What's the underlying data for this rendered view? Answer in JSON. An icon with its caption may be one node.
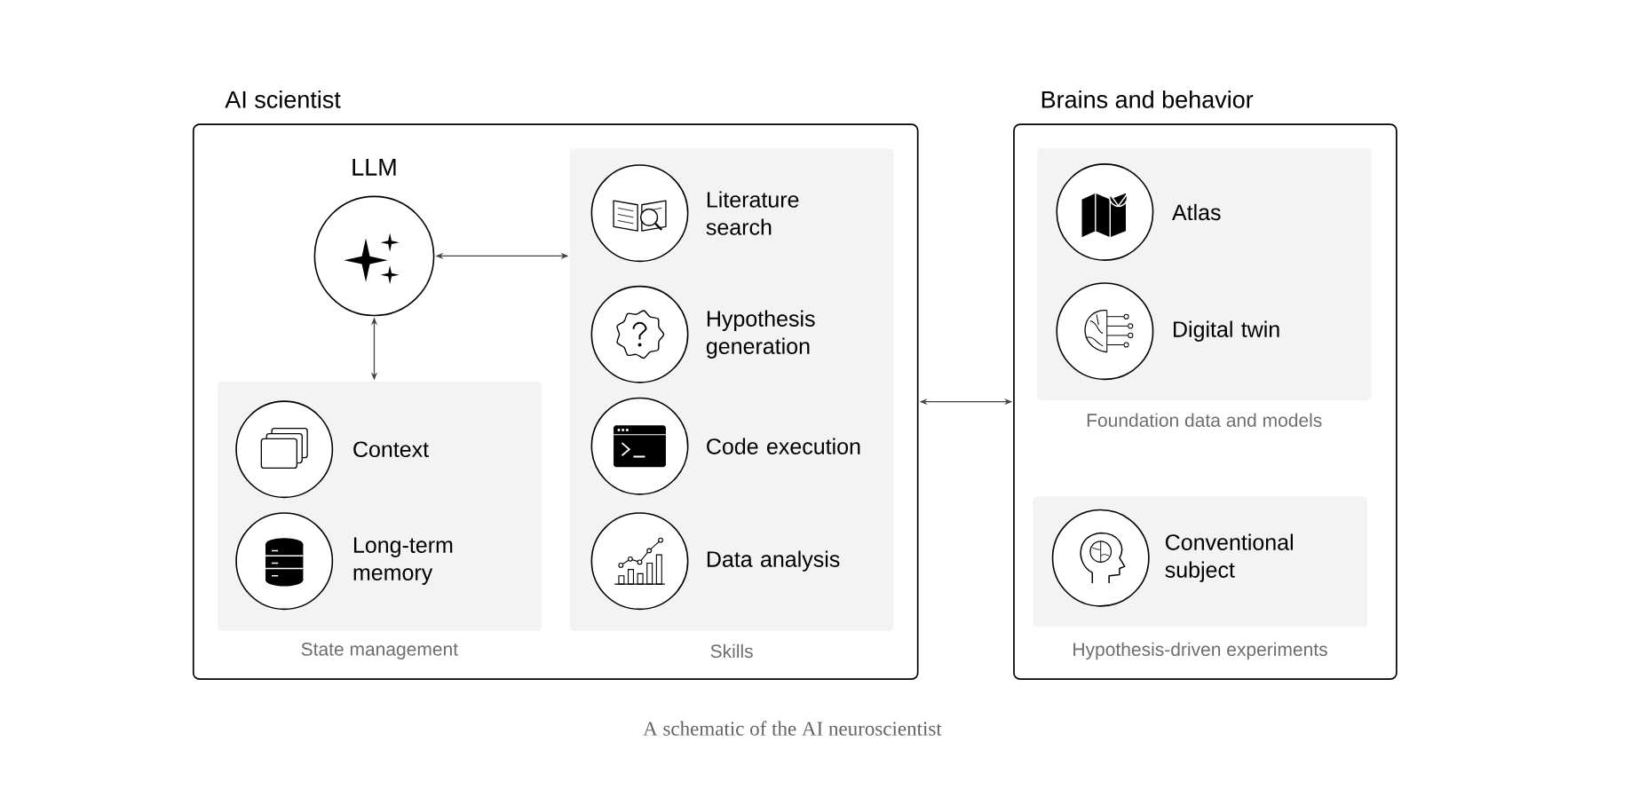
{
  "diagram": {
    "caption": "A schematic of the AI neuroscientist",
    "nodes": [
      {
        "text": [
          "AI scientist"
        ]
      },
      {
        "text": [
          "LLM"
        ],
        "in": 0
      },
      {
        "text": [
          "State management"
        ],
        "in": 0
      },
      {
        "text": [
          "Context"
        ],
        "in": 2
      },
      {
        "text": [
          "Long-term memory"
        ],
        "in": 2
      },
      {
        "text": [
          "Skills"
        ],
        "in": 0
      },
      {
        "text": [
          "Literature search"
        ],
        "in": 5
      },
      {
        "text": [
          "Hypothesis generation"
        ],
        "in": 5
      },
      {
        "text": [
          "Code execution"
        ],
        "in": 5
      },
      {
        "text": [
          "Data analysis"
        ],
        "in": 5
      },
      {
        "text": [
          "Brains and behavior"
        ]
      },
      {
        "text": [
          "Foundation data and models"
        ],
        "in": 10
      },
      {
        "text": [
          "Atlas"
        ],
        "in": 11
      },
      {
        "text": [
          "Digital twin"
        ],
        "in": 11
      },
      {
        "text": [
          "Hypothesis-driven experiments"
        ],
        "in": 10
      },
      {
        "text": [
          "Conventional subject"
        ],
        "in": 14
      }
    ],
    "edges": [
      {
        "from": 1,
        "to": 5,
        "arrow": "both"
      },
      {
        "from": 1,
        "to": 2,
        "arrow": "both"
      },
      {
        "from": 0,
        "to": 10,
        "arrow": "both"
      }
    ]
  }
}
